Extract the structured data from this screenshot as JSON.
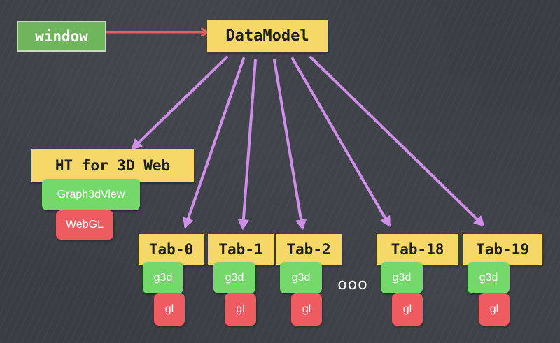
{
  "colors": {
    "background": "#3a3d44",
    "node_yellow": "#f6d868",
    "window_green": "#6fb55b",
    "view_green": "#74d86b",
    "webgl_red": "#ee5b61",
    "arrow_red": "#e85a64",
    "arrow_purple": "#cf8ee8"
  },
  "window": {
    "label": "window"
  },
  "datamodel": {
    "label": "DataModel"
  },
  "ht3d": {
    "title": "HT for 3D Web",
    "view_label": "Graph3dView",
    "webgl_label": "WebGL"
  },
  "tabs": [
    {
      "label": "Tab-0",
      "g3d": "g3d",
      "gl": "gl"
    },
    {
      "label": "Tab-1",
      "g3d": "g3d",
      "gl": "gl"
    },
    {
      "label": "Tab-2",
      "g3d": "g3d",
      "gl": "gl"
    },
    {
      "label": "Tab-18",
      "g3d": "g3d",
      "gl": "gl"
    },
    {
      "label": "Tab-19",
      "g3d": "g3d",
      "gl": "gl"
    }
  ],
  "ellipsis": "ooo"
}
